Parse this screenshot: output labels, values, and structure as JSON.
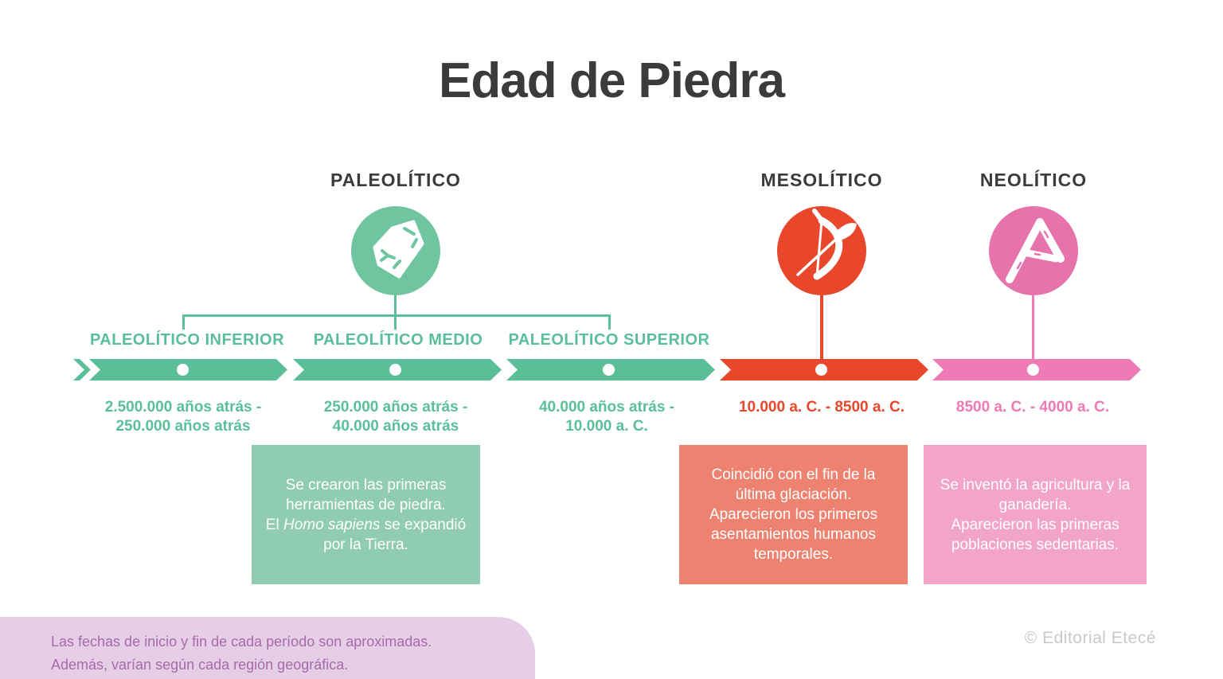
{
  "title": "Edad de Piedra",
  "copyright": "© Editorial Etecé",
  "footer_note": {
    "line1": "Las fechas de inicio y fin de cada período son aproximadas.",
    "line2": "Además, varían según cada región geográfica."
  },
  "colors": {
    "timeline_green": "#5abf98",
    "circle_green": "#6fc5a0",
    "box_green": "#8fccb1",
    "timeline_red": "#e8472b",
    "box_salmon": "#ee8270",
    "timeline_pink": "#ee7bb6",
    "circle_pink": "#e773ad",
    "box_pink": "#f2a5c9",
    "footer_lavender": "#e5cee6",
    "footer_text_purple": "#a76aaa",
    "heading_dark": "#3b3b3b",
    "copyright_gray": "#c9c9c9"
  },
  "periods": [
    {
      "label": "PALEOLÍTICO",
      "icon": "stone-hand-axe-icon"
    },
    {
      "label": "MESOLÍTICO",
      "icon": "bow-and-arrow-icon"
    },
    {
      "label": "NEOLÍTICO",
      "icon": "plough-icon"
    }
  ],
  "subperiods": [
    {
      "label": "PALEOLÍTICO INFERIOR",
      "dates": [
        "2.500.000 años atrás -",
        "250.000 años atrás"
      ]
    },
    {
      "label": "PALEOLÍTICO MEDIO",
      "dates": [
        "250.000 años atrás -",
        "40.000 años atrás"
      ]
    },
    {
      "label": "PALEOLÍTICO SUPERIOR",
      "dates": [
        "40.000 años atrás -",
        "10.000 a. C."
      ]
    }
  ],
  "period_dates": [
    {
      "period": "MESOLÍTICO",
      "text": "10.000 a. C. - 8500 a. C."
    },
    {
      "period": "NEOLÍTICO",
      "text": "8500 a. C. - 4000 a. C."
    }
  ],
  "boxes": [
    {
      "sentence1": "Se crearon las primeras herramientas de piedra.",
      "sentence2_pre": "El ",
      "sentence2_italic": "Homo sapiens",
      "sentence2_post": " se expandió por la Tierra."
    },
    {
      "sentence1": "Coincidió con el fin de la última glaciación.",
      "sentence2": "Aparecieron los primeros asentamientos humanos temporales."
    },
    {
      "sentence1": "Se inventó la agricultura y la ganadería.",
      "sentence2": "Aparecieron las primeras poblaciones sedentarias."
    }
  ]
}
